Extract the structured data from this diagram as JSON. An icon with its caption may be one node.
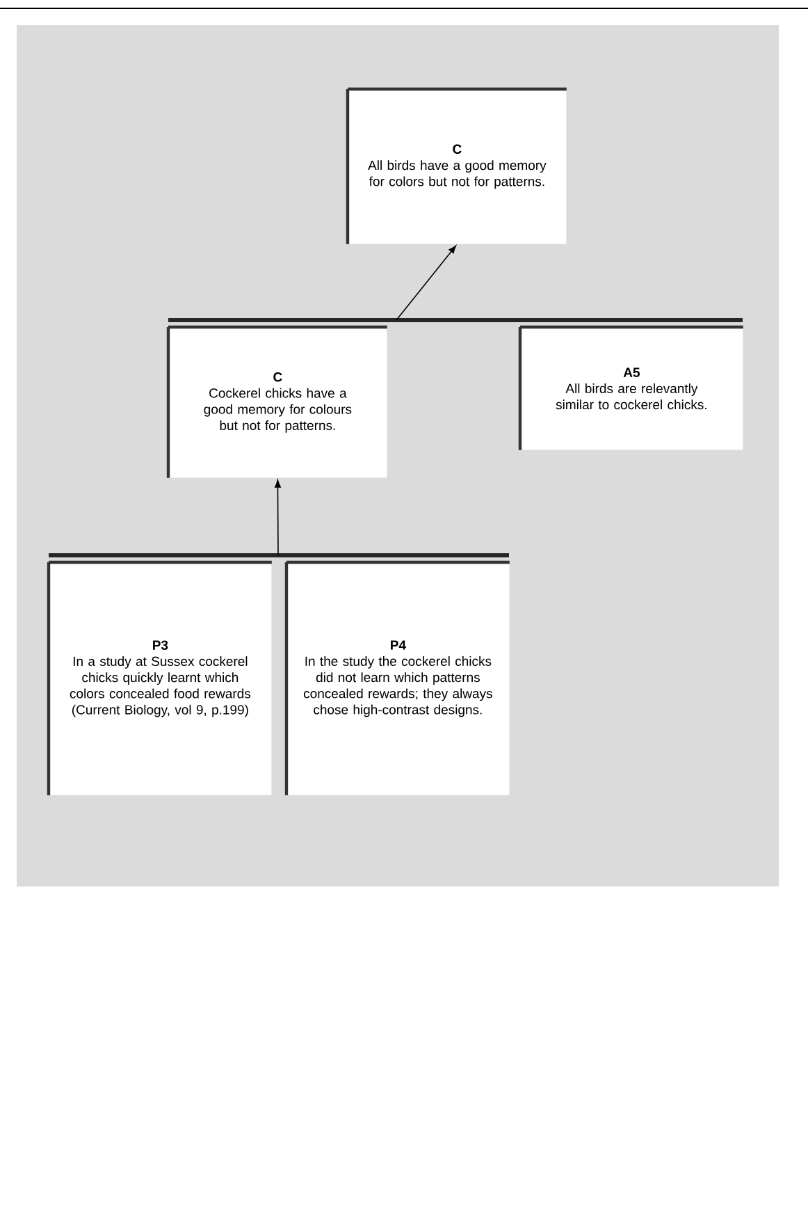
{
  "diagram": {
    "nodes": [
      {
        "text": [
          "C",
          "All birds have a good memory for colors but not for patterns."
        ]
      },
      {
        "text": [
          "C",
          "Cockerel chicks have a good memory for colours but not for patterns."
        ]
      },
      {
        "text": [
          "A5",
          "All birds are relevantly similar to cockerel chicks."
        ]
      },
      {
        "text": [
          "P3",
          "In a study at Sussex cockerel chicks quickly learnt which colors concealed food rewards (Current Biology, vol 9, p.199)"
        ]
      },
      {
        "text": [
          "P4",
          "In the study the cockerel chicks did not learn which patterns concealed rewards; they always chose high-contrast designs."
        ]
      }
    ],
    "edges": [
      {
        "from": 1,
        "to": 0,
        "arrow": "to"
      },
      {
        "from": 2,
        "to": 0,
        "arrow": "to"
      },
      {
        "from": 3,
        "to": 1,
        "arrow": "to"
      },
      {
        "from": 4,
        "to": 1,
        "arrow": "to"
      }
    ]
  }
}
